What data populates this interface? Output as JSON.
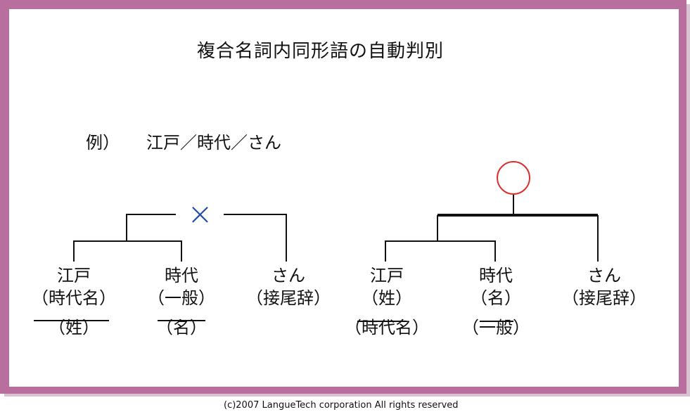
{
  "title": "複合名詞内同形語の自動判別",
  "example": {
    "label": "例）",
    "text": "江戸／時代／さん"
  },
  "left_tree": {
    "verdict_symbol": "×",
    "nodes": [
      {
        "word": "江戸",
        "tag1": "（時代名）",
        "tag2": "（姓）"
      },
      {
        "word": "時代",
        "tag1": "（一般）",
        "tag2": "（名）"
      },
      {
        "word": "さん",
        "tag1": "（接尾辞）"
      }
    ]
  },
  "right_tree": {
    "verdict_symbol": "○",
    "nodes": [
      {
        "word": "江戸",
        "tag1": "（姓）",
        "tag2": "（時代名）"
      },
      {
        "word": "時代",
        "tag1": "（名）",
        "tag2": "（一般）"
      },
      {
        "word": "さん",
        "tag1": "（接尾辞）"
      }
    ]
  },
  "colors": {
    "frame": "#b86f9e",
    "cross": "#1f4ea8",
    "circle": "#d93030"
  },
  "copyright": "(c)2007 LangueTech corporation All rights reserved"
}
